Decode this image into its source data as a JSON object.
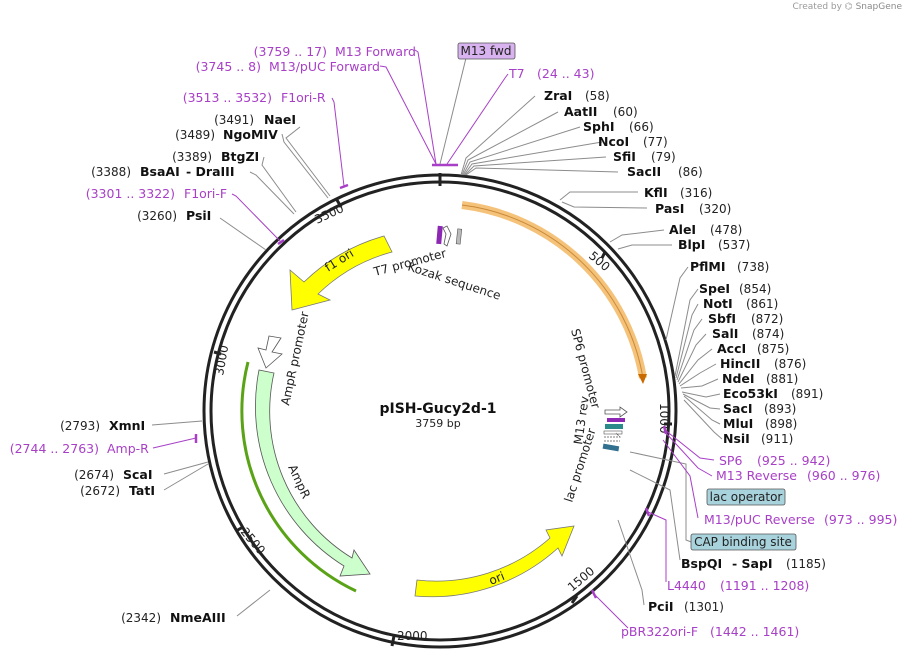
{
  "credit": {
    "prefix": "Created by",
    "brand": "SnapGene"
  },
  "plasmid": {
    "name": "pISH-Gucy2d-1",
    "length_label": "3759 bp",
    "length": 3759
  },
  "ticks": [
    "500",
    "1000",
    "1500",
    "2000",
    "2500",
    "3000",
    "3500"
  ],
  "enzymes_right": [
    {
      "name": "ZraI",
      "pos": "(58)"
    },
    {
      "name": "AatII",
      "pos": "(60)"
    },
    {
      "name": "SphI",
      "pos": "(66)"
    },
    {
      "name": "NcoI",
      "pos": "(77)"
    },
    {
      "name": "SfiI",
      "pos": "(79)"
    },
    {
      "name": "SacII",
      "pos": "(86)"
    },
    {
      "name": "KflI",
      "pos": "(316)"
    },
    {
      "name": "PasI",
      "pos": "(320)"
    },
    {
      "name": "AleI",
      "pos": "(478)"
    },
    {
      "name": "BlpI",
      "pos": "(537)"
    },
    {
      "name": "PflMI",
      "pos": "(738)"
    },
    {
      "name": "SpeI",
      "pos": "(854)"
    },
    {
      "name": "NotI",
      "pos": "(861)"
    },
    {
      "name": "SbfI",
      "pos": "(872)"
    },
    {
      "name": "SalI",
      "pos": "(874)"
    },
    {
      "name": "AccI",
      "pos": "(875)"
    },
    {
      "name": "HincII",
      "pos": "(876)"
    },
    {
      "name": "NdeI",
      "pos": "(881)"
    },
    {
      "name": "Eco53kI",
      "pos": "(891)"
    },
    {
      "name": "SacI",
      "pos": "(893)"
    },
    {
      "name": "MluI",
      "pos": "(898)"
    },
    {
      "name": "NsiI",
      "pos": "(911)"
    }
  ],
  "enzymes_left": [
    {
      "name": "NaeI",
      "pos": "(3491)"
    },
    {
      "name": "NgoMIV",
      "pos": "(3489)"
    },
    {
      "name": "BtgZI",
      "pos": "(3389)"
    },
    {
      "name": "BsaAI",
      "pos": "(3388)",
      "extra": "- DraIII"
    },
    {
      "name": "PsiI",
      "pos": "(3260)"
    },
    {
      "name": "XmnI",
      "pos": "(2793)"
    },
    {
      "name": "ScaI",
      "pos": "(2674)"
    },
    {
      "name": "TatI",
      "pos": "(2672)"
    },
    {
      "name": "NmeAIII",
      "pos": "(2342)"
    }
  ],
  "enzymes_bottom": [
    {
      "name": "BspQI",
      "extra": "- SapI",
      "pos": "(1185)"
    },
    {
      "name": "PciI",
      "pos": "(1301)"
    }
  ],
  "primers": [
    {
      "name": "M13 Forward",
      "range": "(3759 .. 17)"
    },
    {
      "name": "M13/pUC Forward",
      "range": "(3745 .. 8)"
    },
    {
      "name": "F1ori-R",
      "range": "(3513 .. 3532)"
    },
    {
      "name": "F1ori-F",
      "range": "(3301 .. 3322)"
    },
    {
      "name": "T7",
      "range": "(24 .. 43)"
    },
    {
      "name": "Amp-R",
      "range": "(2744 .. 2763)"
    },
    {
      "name": "SP6",
      "range": "(925 .. 942)"
    },
    {
      "name": "M13 Reverse",
      "range": "(960 .. 976)"
    },
    {
      "name": "M13/pUC Reverse",
      "range": "(973 .. 995)"
    },
    {
      "name": "L4440",
      "range": "(1191 .. 1208)"
    },
    {
      "name": "pBR322ori-F",
      "range": "(1442 .. 1461)"
    }
  ],
  "boxed_labels": {
    "m13_fwd": "M13 fwd",
    "lac_operator": "lac operator",
    "cap_site": "CAP binding site"
  },
  "features": {
    "f1_ori": "f1 ori",
    "ampr_promoter": "AmpR promoter",
    "ampr": "AmpR",
    "ori": "ori",
    "t7_promoter": "T7 promoter",
    "kozak": "Kozak sequence",
    "sp6_promoter": "SP6 promoter",
    "m13_rev": "M13 rev",
    "lac_promoter": "lac promoter"
  },
  "colors": {
    "primer": "#a83fc7",
    "backbone": "#222222",
    "f1ori": "#ffff00",
    "ori": "#ffff00",
    "ampr": "#ccffcc",
    "insert": "#f5c27a",
    "boxed_blue": "#a8d2dc",
    "boxed_purple": "#d8b3ef"
  }
}
